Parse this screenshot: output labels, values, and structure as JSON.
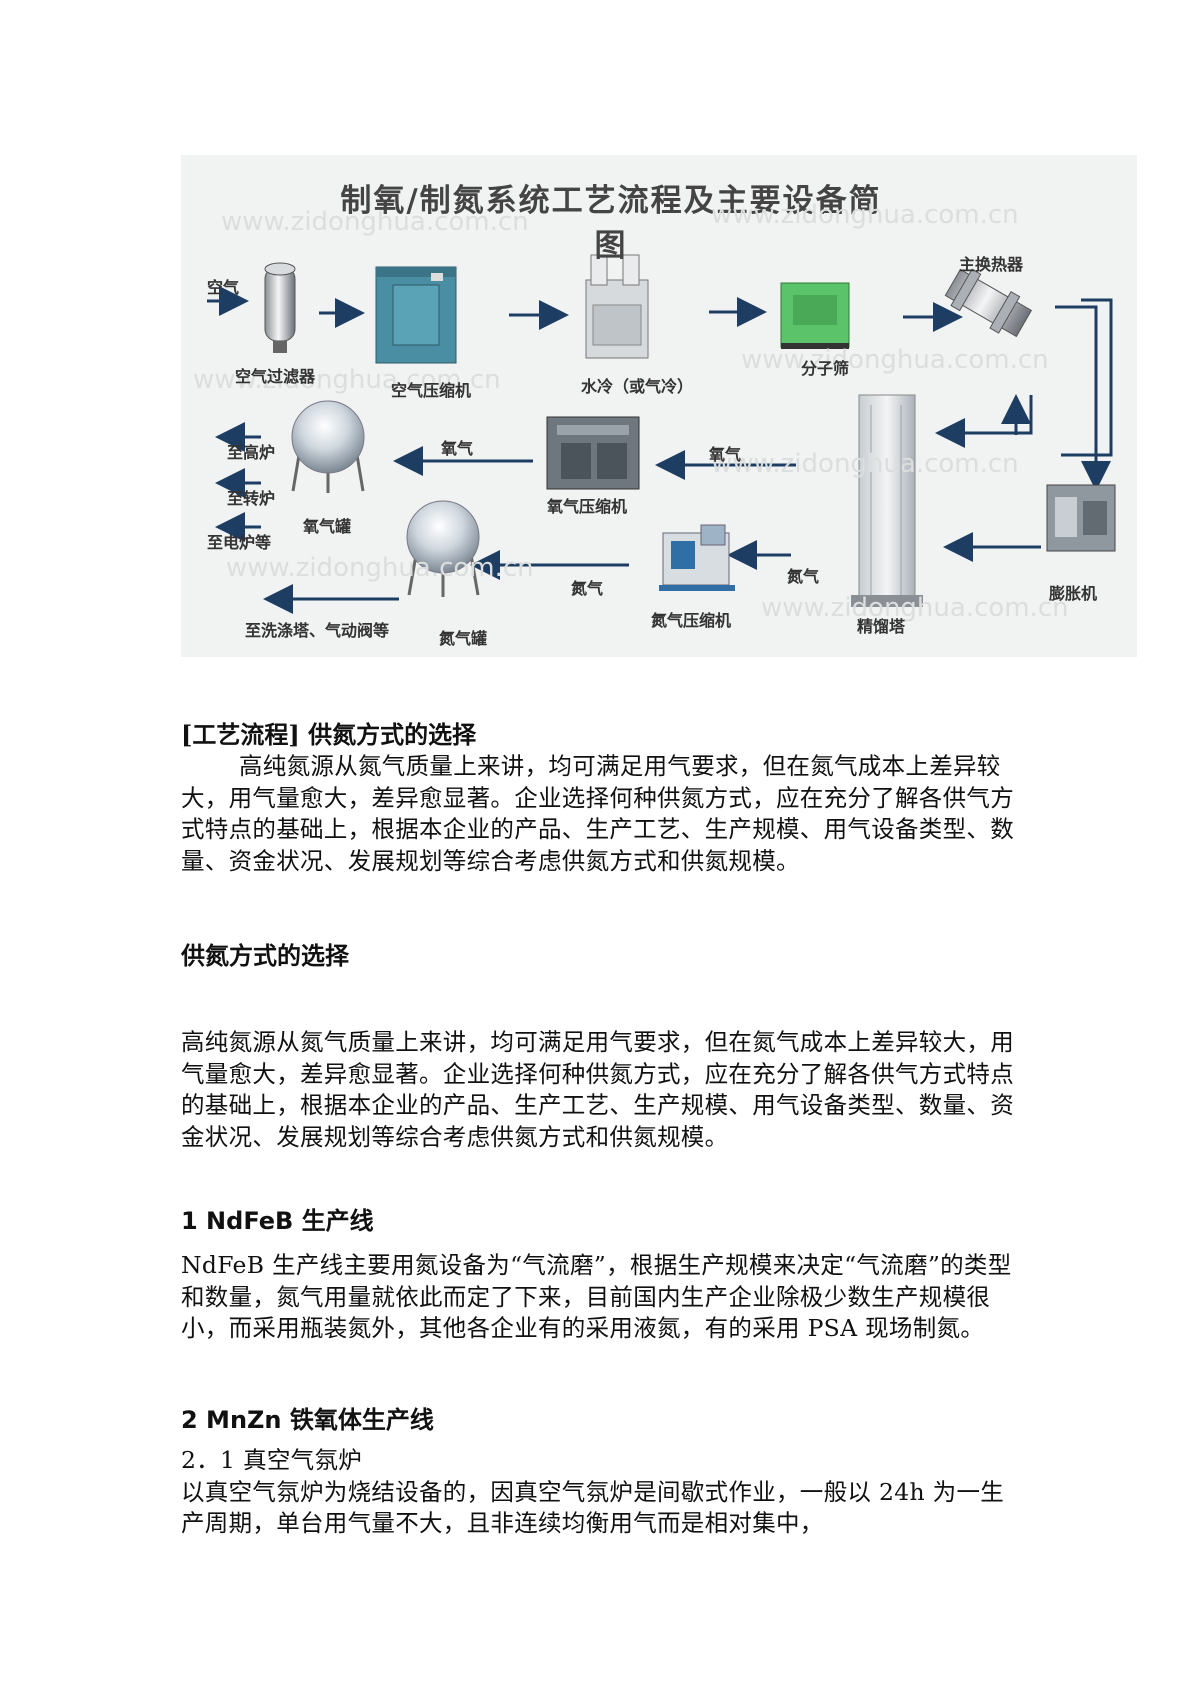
{
  "figure": {
    "title": "制氧/制氮系统工艺流程及主要设备简图",
    "watermark": "www.zidonghua.com.cn",
    "labels": {
      "air_in": "空气",
      "air_filter": "空气过滤器",
      "air_compressor": "空气压缩机",
      "water_cooler": "水冷（或气冷）",
      "molecular_sieve": "分子筛",
      "main_heat_exchanger": "主换热器",
      "expander": "膨胀机",
      "distillation_tower": "精馏塔",
      "oxygen_flow_1": "氧气",
      "oxygen_flow_2": "氧气",
      "oxygen_compressor": "氧气压缩机",
      "oxygen_tank": "氧气罐",
      "to_blast_furnace": "至高炉",
      "to_converter": "至转炉",
      "to_electric_furnace": "至电炉等",
      "nitrogen_flow_1": "氮气",
      "nitrogen_flow_2": "氮气",
      "nitrogen_compressor": "氮气压缩机",
      "nitrogen_tank": "氮气罐",
      "to_washing_tower": "至洗涤塔、气动阀等"
    }
  },
  "section1": {
    "heading": "[工艺流程] 供氮方式的选择",
    "paragraph": "高纯氮源从氮气质量上来讲，均可满足用气要求，但在氮气成本上差异较大，用气量愈大，差异愈显著。企业选择何种供氮方式，应在充分了解各供气方式特点的基础上，根据本企业的产品、生产工艺、生产规模、用气设备类型、数量、资金状况、发展规划等综合考虑供氮方式和供氮规模。"
  },
  "section2": {
    "heading": "供氮方式的选择",
    "paragraph": "高纯氮源从氮气质量上来讲，均可满足用气要求，但在氮气成本上差异较大，用气量愈大，差异愈显著。企业选择何种供氮方式，应在充分了解各供气方式特点的基础上，根据本企业的产品、生产工艺、生产规模、用气设备类型、数量、资金状况、发展规划等综合考虑供氮方式和供氮规模。"
  },
  "section3": {
    "heading": "1 NdFeB 生产线",
    "paragraph": "NdFeB 生产线主要用氮设备为“气流磨”，根据生产规模来决定“气流磨”的类型和数量，氮气用量就依此而定了下来，目前国内生产企业除极少数生产规模很小，而采用瓶装氮外，其他各企业有的采用液氮，有的采用 PSA 现场制氮。"
  },
  "section4": {
    "heading": "2 MnZn 铁氧体生产线",
    "subheading": "2．1  真空气氛炉",
    "paragraph": "以真空气氛炉为烧结设备的，因真空气氛炉是间歇式作业，一般以 24h 为一生产周期，单台用气量不大，且非连续均衡用气而是相对集中，"
  }
}
